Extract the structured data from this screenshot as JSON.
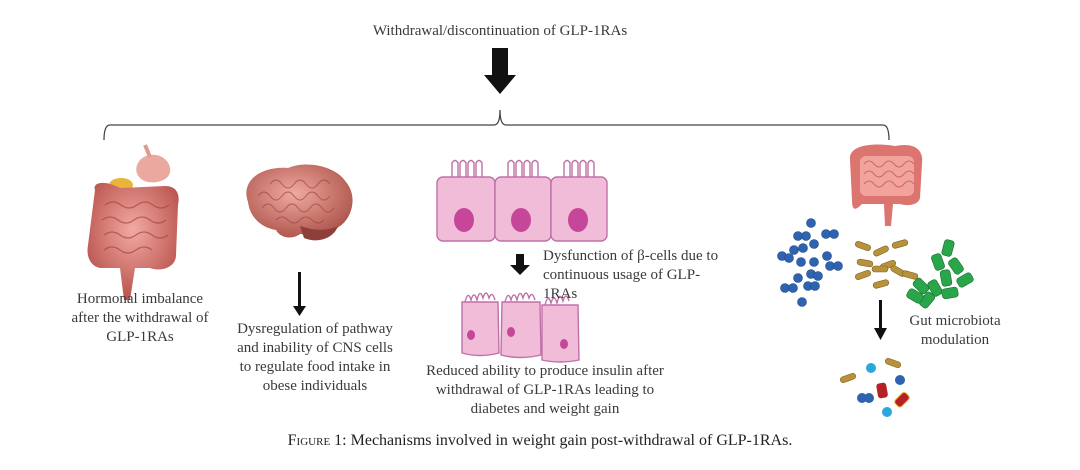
{
  "diagram": {
    "top_label": "Withdrawal/discontinuation of GLP-1RAs",
    "branches": [
      {
        "id": "hormonal",
        "icon": "digestive-system-icon",
        "label": "Hormonal imbalance after the withdrawal of GLP-1RAs"
      },
      {
        "id": "cns",
        "icon": "brain-icon",
        "label": "Dysregulation of pathway and inability of CNS cells to regulate food intake in obese individuals"
      },
      {
        "id": "beta-cells",
        "icon": "beta-cells-icon",
        "label_intermediate": "Dysfunction of β-cells due to continuous usage of GLP-1RAs",
        "label": "Reduced ability to produce insulin after withdrawal of GLP-1RAs leading to diabetes and weight gain"
      },
      {
        "id": "gut",
        "icon": "colon-icon",
        "label": "Gut microbiota modulation"
      }
    ],
    "colors": {
      "organ": "#d9736b",
      "cell_fill": "#f0bcd8",
      "cell_stroke": "#c070a8",
      "nucleus": "#c6479a",
      "bacteria_blue": "#2f63b0",
      "bacteria_gold": "#b8923a",
      "bacteria_green": "#2aa54a",
      "bacteria_red": "#b52226",
      "bacteria_cyan": "#2aa8dc"
    }
  },
  "caption": {
    "prefix": "Figure 1:",
    "text": " Mechanisms involved in weight gain post-withdrawal of GLP-1RAs."
  }
}
